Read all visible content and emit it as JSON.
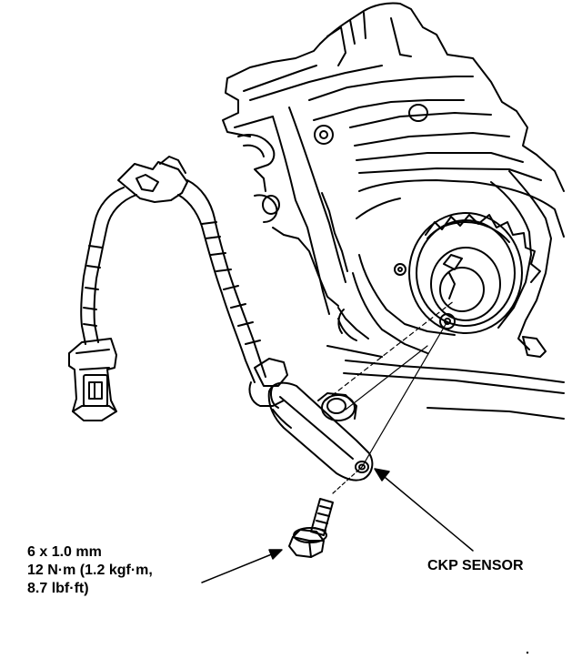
{
  "diagram": {
    "labels": {
      "sensor": "CKP SENSOR",
      "bolt_spec": [
        "6 x 1.0 mm",
        "12 N·m (1.2 kgf·m,",
        "8.7 lbf·ft)"
      ]
    },
    "colors": {
      "ink": "#000000",
      "background": "#ffffff"
    }
  }
}
